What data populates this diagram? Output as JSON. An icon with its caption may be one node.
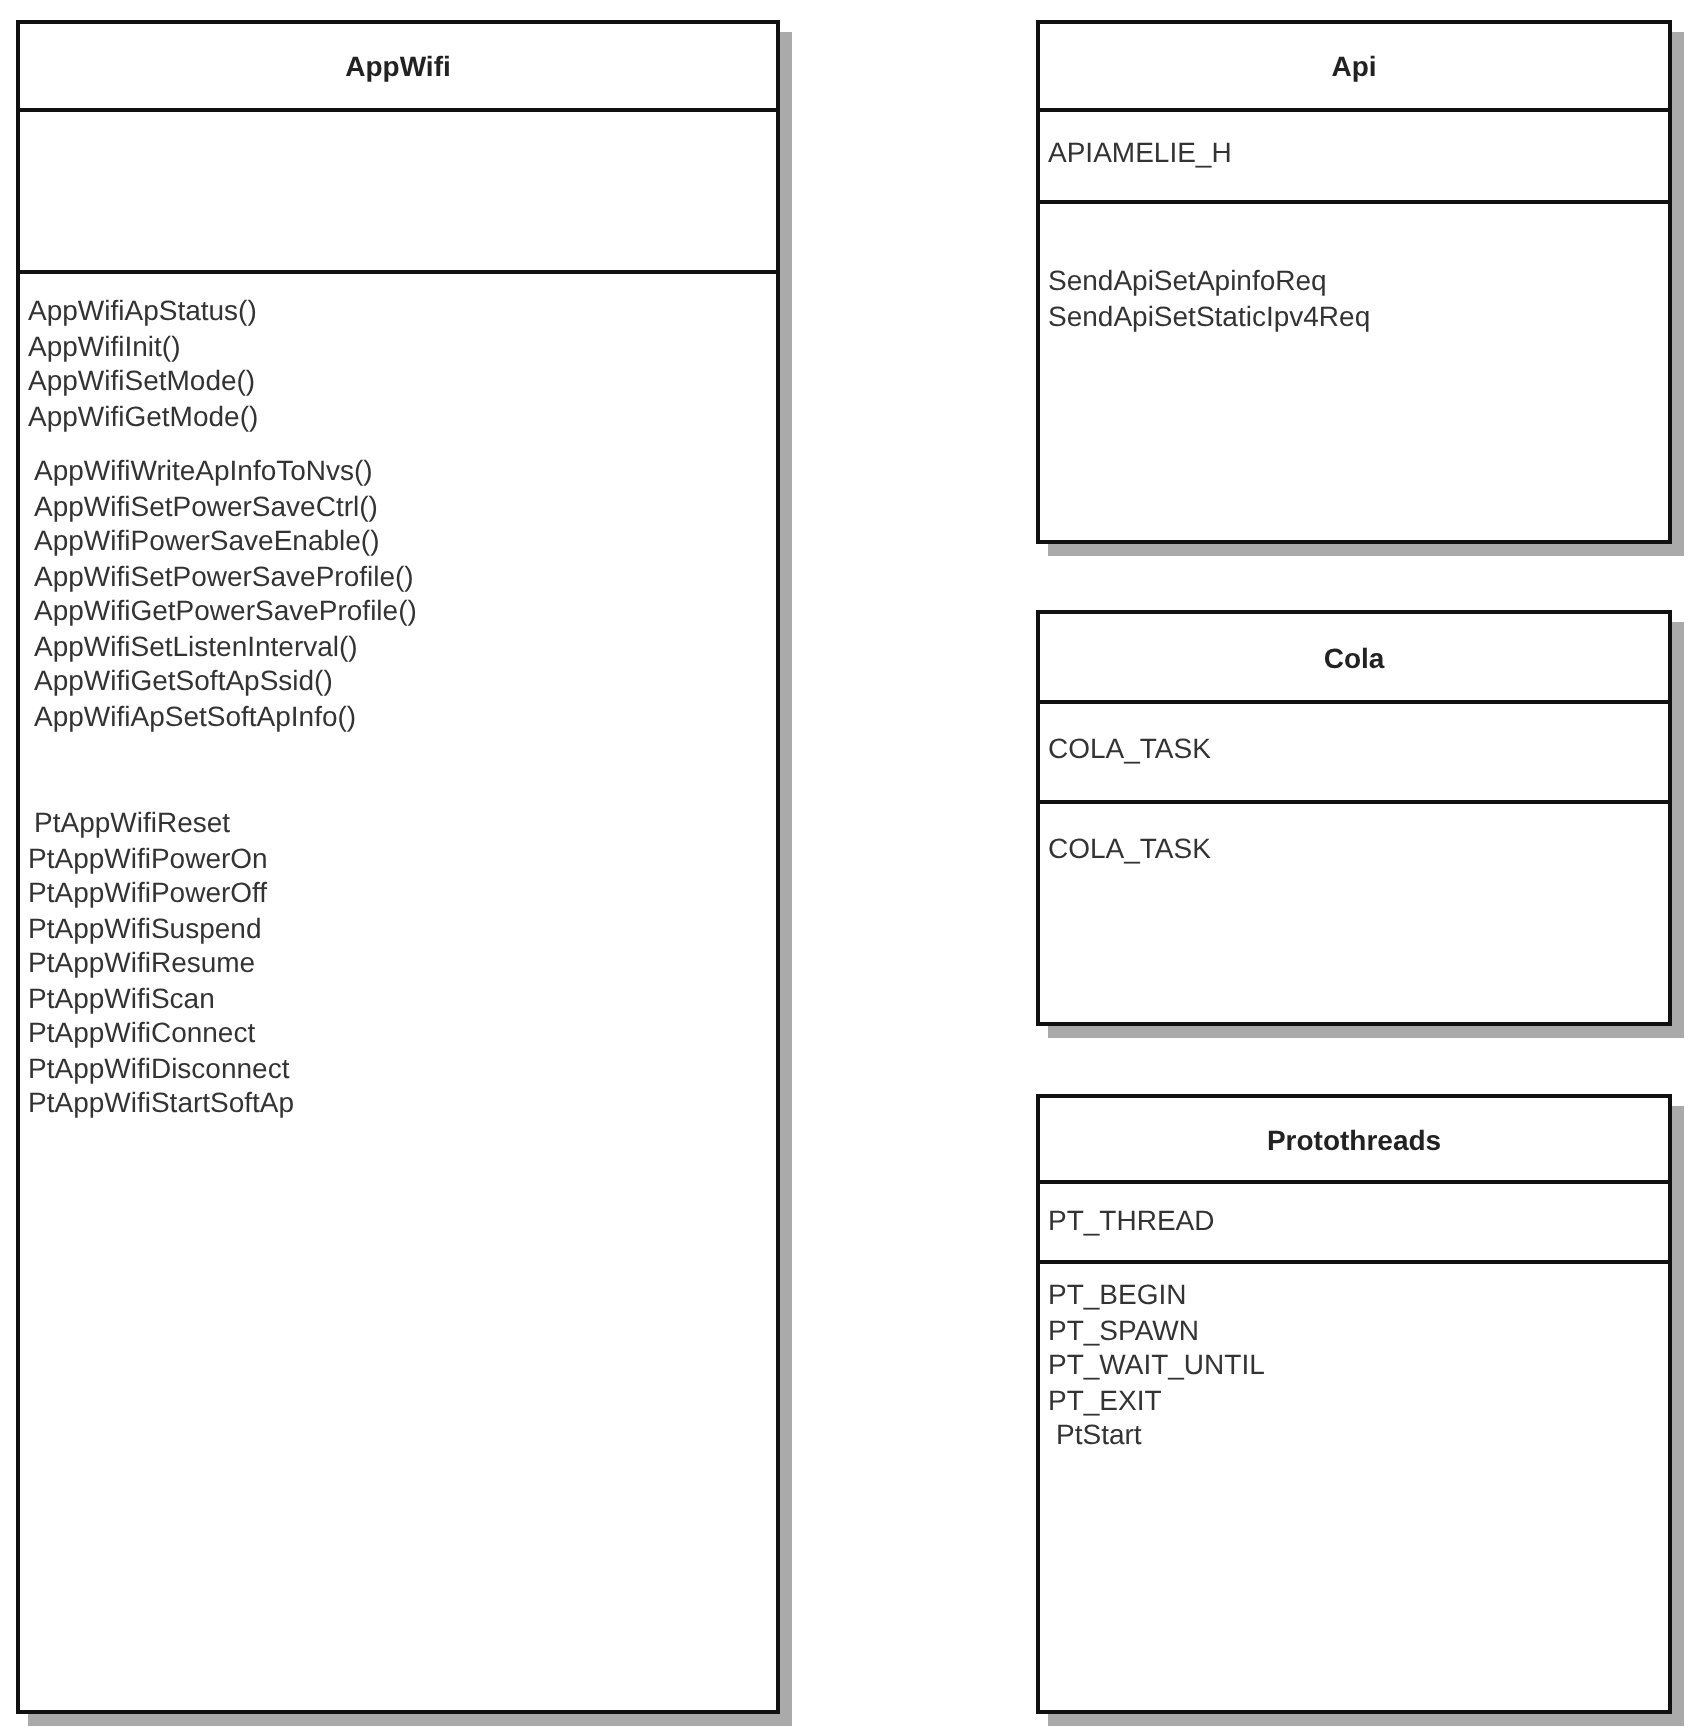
{
  "diagram": {
    "nodes": [
      {
        "text": [
          "AppWifi"
        ]
      },
      {
        "text": [],
        "shape": "box",
        "in": 0
      },
      {
        "text": [
          "AppWifiApStatus()",
          "AppWifiInit()",
          "AppWifiSetMode()",
          "AppWifiGetMode()",
          "AppWifiWriteApInfoToNvs()",
          "AppWifiSetPowerSaveCtrl()",
          "AppWifiPowerSaveEnable()",
          "AppWifiSetPowerSaveProfile()",
          "AppWifiGetPowerSaveProfile()",
          "AppWifiSetListenInterval()",
          "AppWifiGetSoftApSsid()",
          "AppWifiApSetSoftApInfo()",
          "PtAppWifiReset",
          "PtAppWifiPowerOn",
          "PtAppWifiPowerOff",
          "PtAppWifiSuspend",
          "PtAppWifiResume",
          "PtAppWifiScan",
          "PtAppWifiConnect",
          "PtAppWifiDisconnect",
          "PtAppWifiStartSoftAp"
        ],
        "in": 0
      },
      {
        "text": [
          "Api"
        ]
      },
      {
        "text": [
          "APIAMELIE_H"
        ],
        "in": 3
      },
      {
        "text": [
          "SendApiSetApinfoReq",
          "SendApiSetStaticIpv4Req"
        ],
        "in": 3
      },
      {
        "text": [
          "Cola"
        ]
      },
      {
        "text": [
          "COLA_TASK"
        ],
        "in": 6
      },
      {
        "text": [
          "COLA_TASK"
        ],
        "in": 6
      },
      {
        "text": [
          "Protothreads"
        ]
      },
      {
        "text": [
          "PT_THREAD"
        ],
        "in": 9
      },
      {
        "text": [
          "PT_BEGIN",
          "PT_SPAWN",
          "PT_WAIT_UNTIL",
          "PT_EXIT",
          "PtStart"
        ],
        "in": 9
      }
    ]
  }
}
